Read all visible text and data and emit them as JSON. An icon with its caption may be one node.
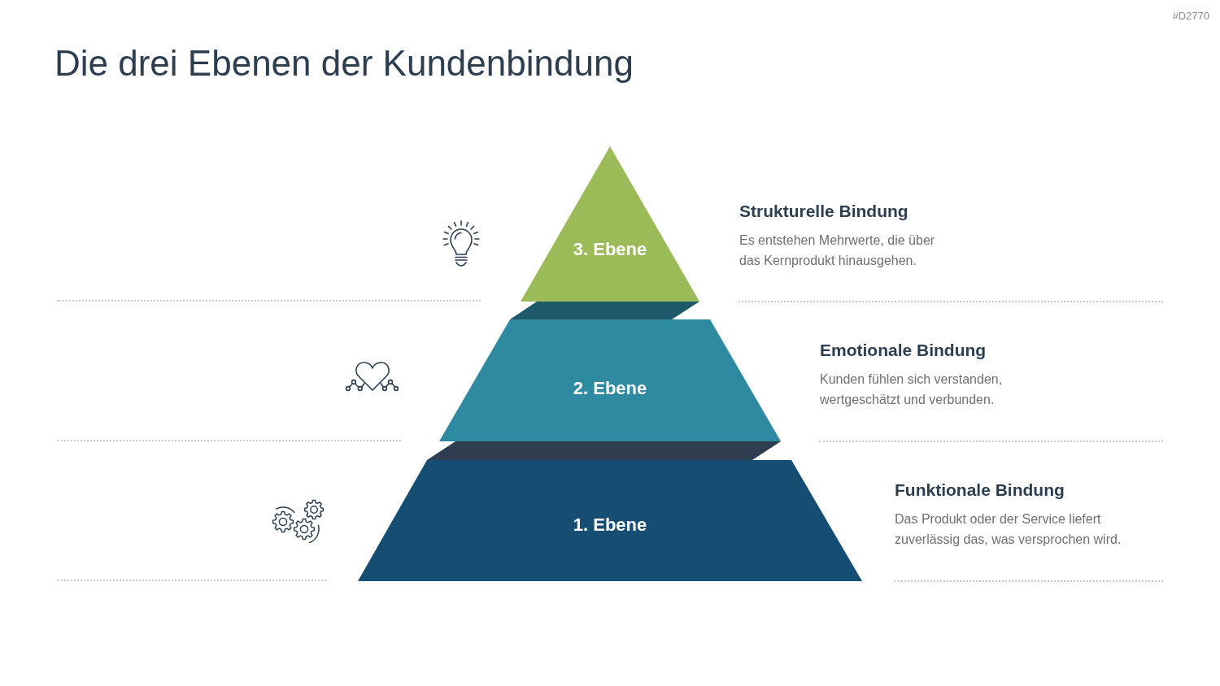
{
  "diagram": {
    "title": "Die drei Ebenen der Kundenbindung",
    "nodes": [
      {
        "text": [
          "3. Ebene"
        ],
        "beside": [
          "Strukturelle Bindung",
          "Es entstehen Mehrwerte, die über das Kernprodukt hinausgehen."
        ]
      },
      {
        "text": [],
        "shape": "band"
      },
      {
        "text": [
          "2. Ebene"
        ],
        "beside": [
          "Emotionale Bindung",
          "Kunden fühlen sich verstanden, wertgeschätzt und verbunden."
        ]
      },
      {
        "text": [],
        "shape": "band"
      },
      {
        "text": [
          "1. Ebene"
        ],
        "beside": [
          "Funktionale Bindung",
          "Das Produkt oder der Service liefert zuverlässig das, was versprochen wird."
        ]
      }
    ],
    "labels": [
      "#D2770"
    ]
  }
}
